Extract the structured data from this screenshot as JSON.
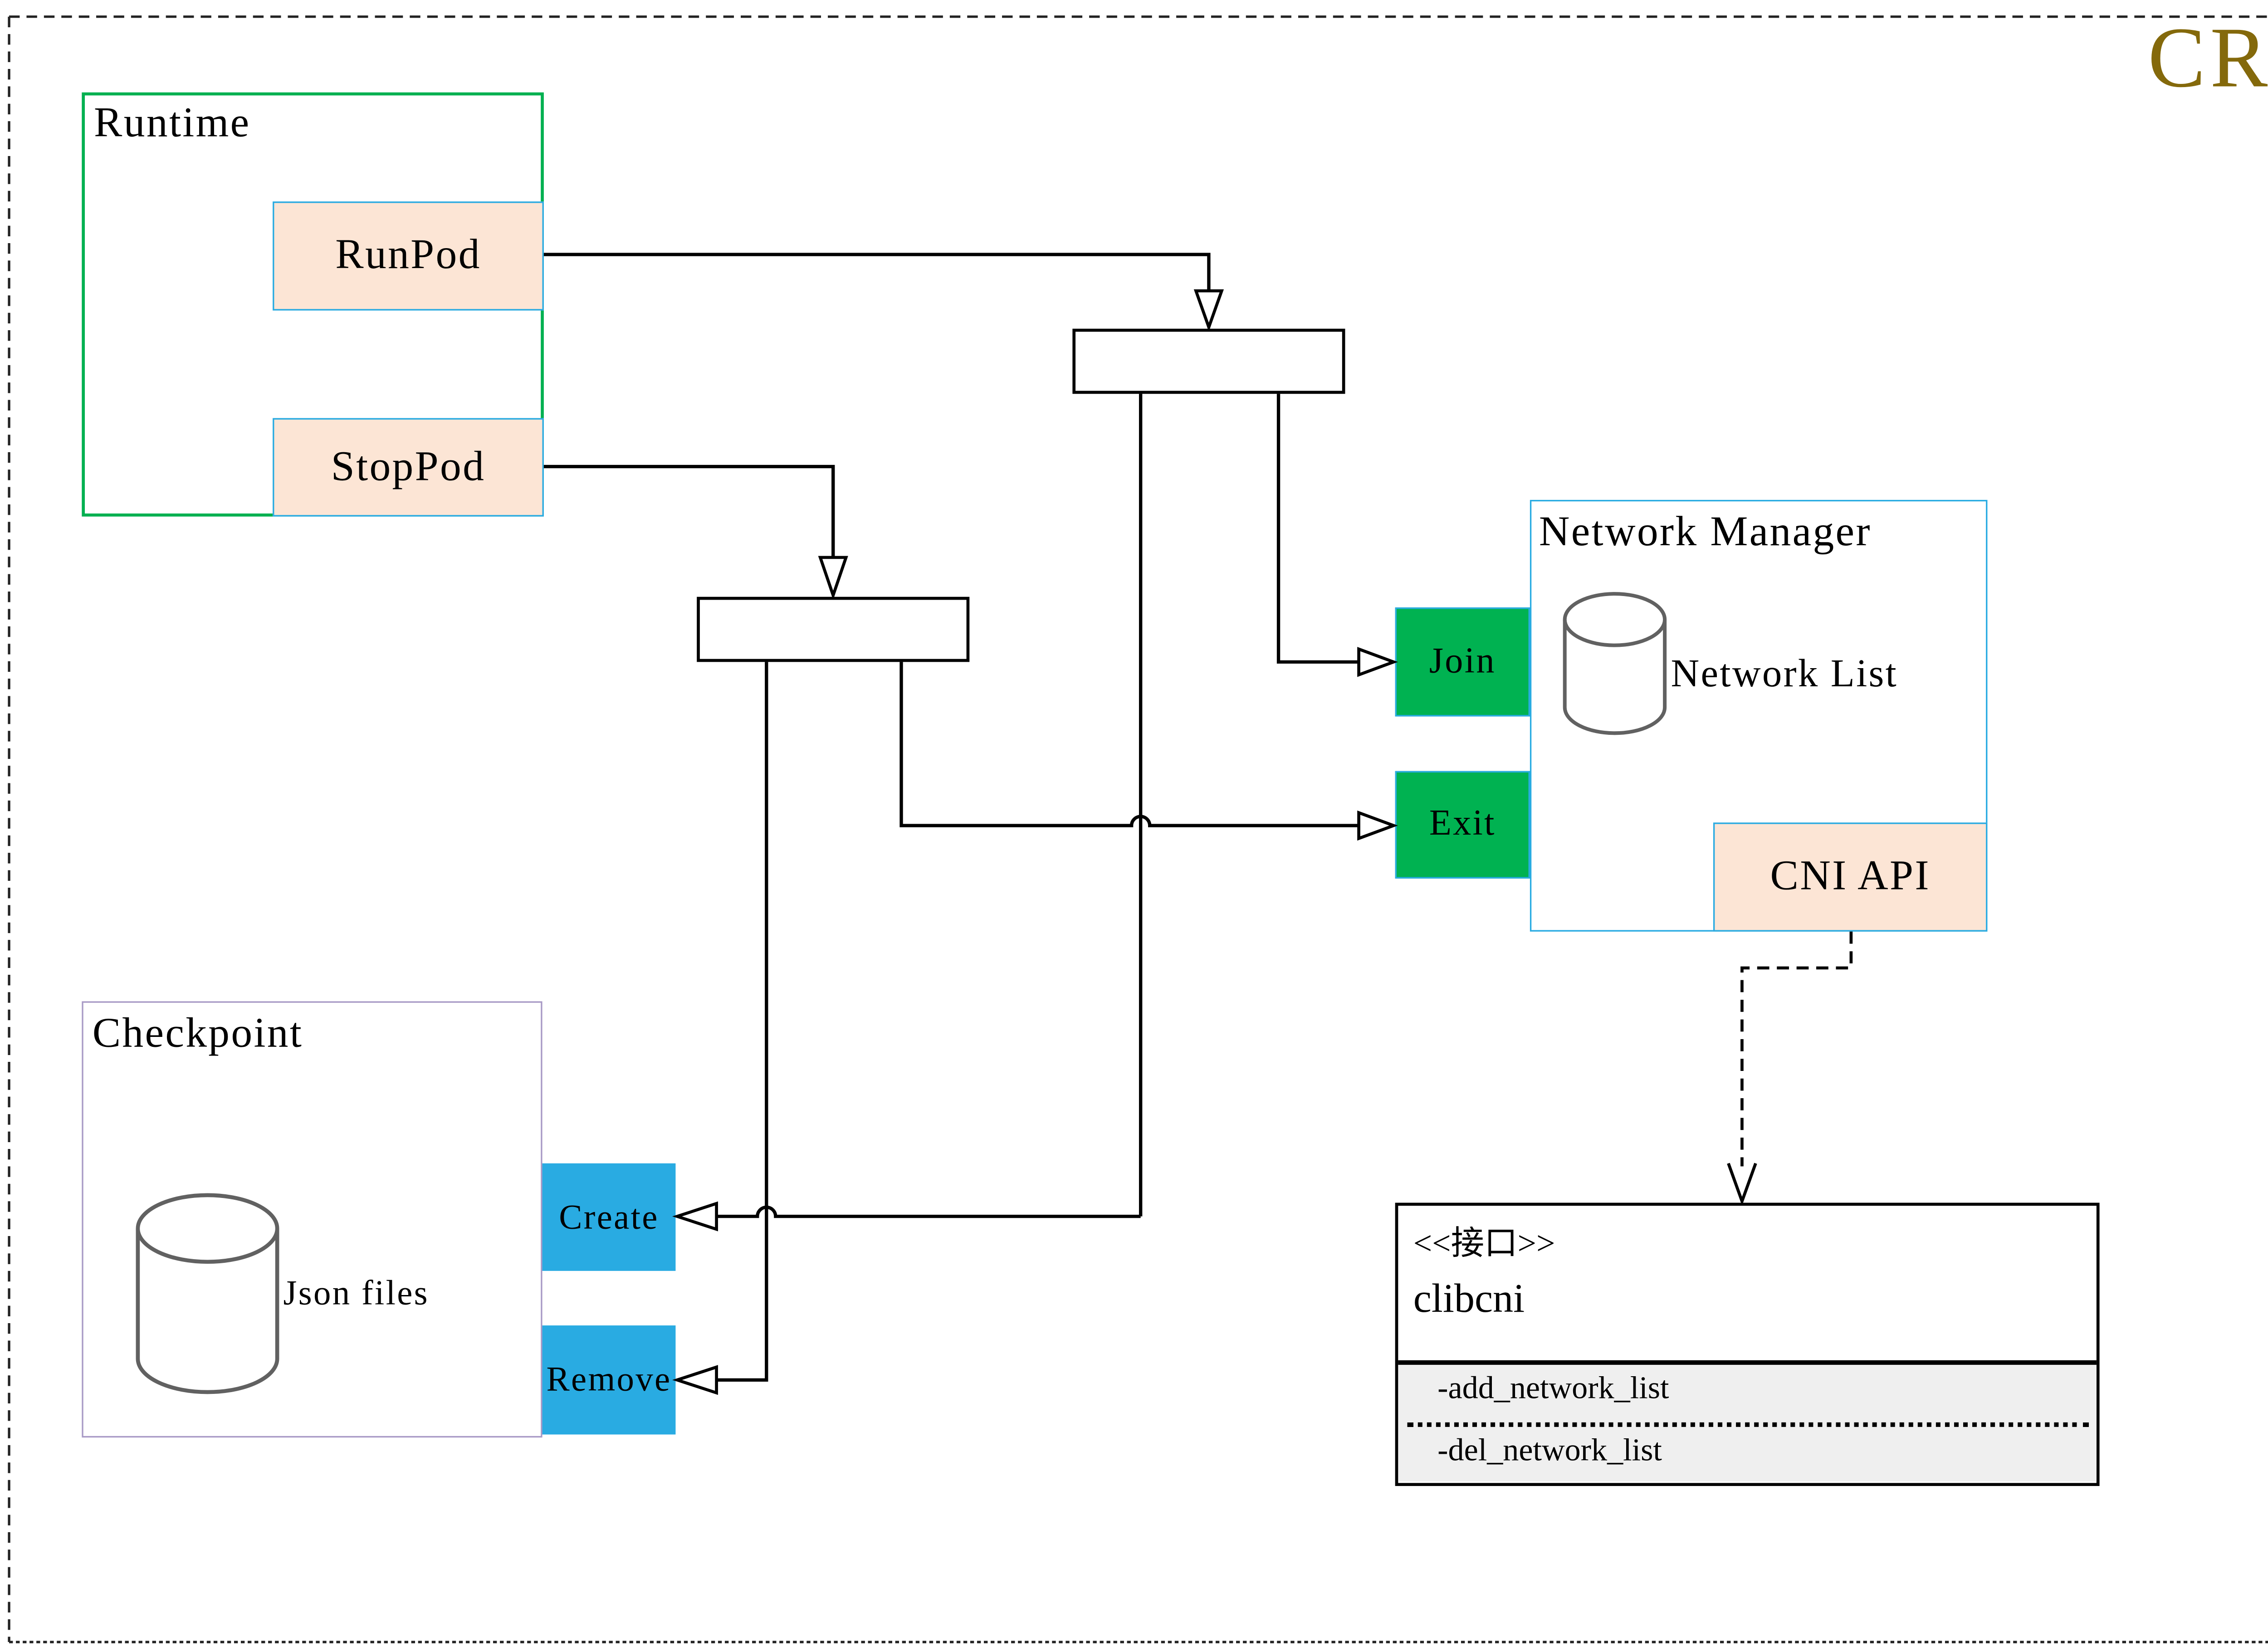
{
  "watermark": {
    "label": "CRI"
  },
  "colors": {
    "green-border": "#00b050",
    "green-fill": "#00b251",
    "blue-fill": "#29abe2",
    "cyan-border": "#29abe2",
    "peach-fill": "#fce5d5",
    "purple-border": "#a89ac6",
    "gray-fill": "#efefef",
    "gold": "#84690b",
    "line": "#000000",
    "cylinder": "#616161"
  },
  "runtime": {
    "title": "Runtime",
    "run_button": "RunPod",
    "stop_button": "StopPod"
  },
  "checkpoint": {
    "title": "Checkpoint",
    "store_label": "Json files",
    "create_button": "Create",
    "remove_button": "Remove"
  },
  "network_manager": {
    "title": "Network Manager",
    "store_label": "Network List",
    "join_button": "Join",
    "exit_button": "Exit",
    "api_button": "CNI API"
  },
  "clibcni": {
    "stereotype": "<<接口>>",
    "name": "clibcni",
    "method_add": "-add_network_list",
    "method_del": "-del_network_list"
  }
}
